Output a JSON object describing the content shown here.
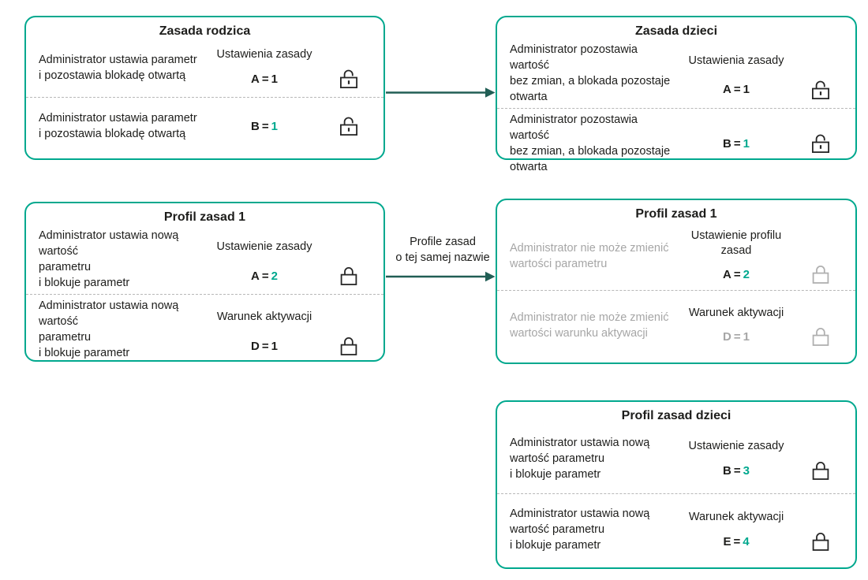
{
  "palette": {
    "box_border_teal": "#00a88e",
    "accent_teal": "#00a88e",
    "arrow_dark_teal": "#215e55",
    "text_dark": "#1d1d1b",
    "muted_gray": "#a6a6a6"
  },
  "ui": {
    "equals": "="
  },
  "arrows": {
    "parent_to_child_label": "",
    "profile_to_profile_label": "Profile zasad\no tej samej nazwie"
  },
  "boxes": {
    "parent_policy": {
      "title": "Zasada rodzica",
      "rows": [
        {
          "text": "Administrator ustawia parametr\ni pozostawia blokadę otwartą",
          "column_header": "Ustawienia zasady",
          "param": "A",
          "value": "1",
          "lock": "open"
        },
        {
          "text": "Administrator ustawia parametr\ni pozostawia blokadę otwartą",
          "param": "B",
          "value": "1",
          "lock": "open"
        }
      ]
    },
    "child_policy": {
      "title": "Zasada dzieci",
      "rows": [
        {
          "text": "Administrator pozostawia wartość\nbez zmian, a blokada pozostaje\notwarta",
          "column_header": "Ustawienia zasady",
          "param": "A",
          "value": "1",
          "lock": "open"
        },
        {
          "text": "Administrator pozostawia wartość\nbez zmian, a blokada pozostaje\notwarta",
          "param": "B",
          "value": "1",
          "lock": "open"
        }
      ]
    },
    "policy_profile_1": {
      "title": "Profil zasad 1",
      "rows": [
        {
          "text": "Administrator ustawia nową wartość\nparametru\n i blokuje parametr",
          "column_header": "Ustawienie zasady",
          "param": "A",
          "value": "2",
          "lock": "locked"
        },
        {
          "text": "Administrator ustawia nową wartość\nparametru\n i blokuje parametr",
          "column_header": "Warunek aktywacji",
          "param": "D",
          "value": "1",
          "lock": "locked"
        }
      ]
    },
    "policy_profile_1_children": {
      "title": "Profil zasad 1",
      "rows": [
        {
          "text": "Administrator nie może zmienić\nwartości parametru",
          "column_header": "Ustawienie profilu\nzasad",
          "param": "A",
          "value": "2",
          "lock": "locked-disabled"
        },
        {
          "text": "Administrator nie może zmienić\nwartości warunku aktywacji",
          "column_header": "Warunek aktywacji",
          "param": "D",
          "value": "1",
          "lock": "locked-disabled"
        }
      ]
    },
    "children_policy_profile": {
      "title": "Profil zasad dzieci",
      "rows": [
        {
          "text": "Administrator ustawia nową\nwartość parametru\n i blokuje parametr",
          "column_header": "Ustawienie zasady",
          "param": "B",
          "value": "3",
          "lock": "locked"
        },
        {
          "text": "Administrator ustawia nową\nwartość parametru\n i blokuje parametr",
          "column_header": "Warunek aktywacji",
          "param": "E",
          "value": "4",
          "lock": "locked"
        }
      ]
    }
  }
}
